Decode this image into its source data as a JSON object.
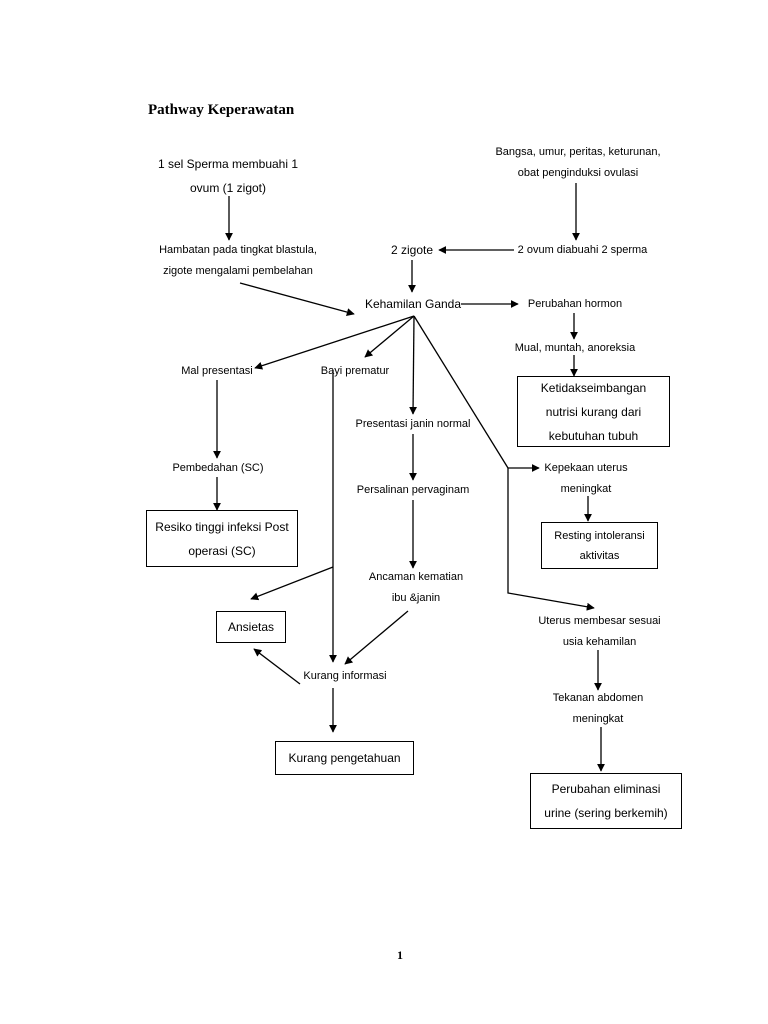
{
  "page": {
    "title": "Pathway Keperawatan",
    "page_number": "1"
  },
  "nodes": {
    "sperm": [
      "1 sel Sperma membuahi 1",
      "ovum (1 zigot)"
    ],
    "factors": [
      "Bangsa, umur, peritas, keturunan,",
      "obat penginduksi ovulasi"
    ],
    "blastula": [
      "Hambatan pada tingkat blastula,",
      "zigote mengalami pembelahan"
    ],
    "zigote2": "2 zigote",
    "ovum2": "2 ovum diabuahi 2 sperma",
    "kehamilan": "Kehamilan Ganda",
    "hormon": "Perubahan hormon",
    "mual": "Mual, muntah, anoreksia",
    "nutrisi": [
      "Ketidakseimbangan",
      "nutrisi kurang dari",
      "kebutuhan tubuh"
    ],
    "malpresentasi": "Mal presentasi",
    "prematur": "Bayi prematur",
    "presentasi_normal": "Presentasi janin normal",
    "pembedahan": "Pembedahan (SC)",
    "kepekaan": [
      "Kepekaan uterus",
      "meningkat"
    ],
    "persalinan": "Persalinan pervaginam",
    "resiko": [
      "Resiko tinggi infeksi Post",
      "operasi (SC)"
    ],
    "intoleransi": [
      "Resting intoleransi",
      "aktivitas"
    ],
    "ancaman": [
      "Ancaman kematian",
      "ibu &janin"
    ],
    "ansietas": "Ansietas",
    "uterus_besar": [
      "Uterus membesar sesuai",
      "usia kehamilan"
    ],
    "kurang_info": "Kurang informasi",
    "tekanan": [
      "Tekanan abdomen",
      "meningkat"
    ],
    "kurang_tahu": "Kurang pengetahuan",
    "eliminasi": [
      "Perubahan eliminasi",
      "urine (sering berkemih)"
    ]
  }
}
